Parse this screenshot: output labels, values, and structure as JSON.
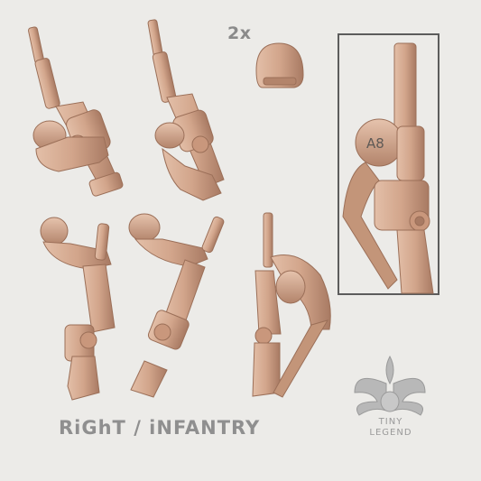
{
  "quantity_label": "2x",
  "caption": "RiGhT / iNFANTRY",
  "detail": {
    "marking": "A8"
  },
  "brand": {
    "line1": "TINY",
    "line2": "LEGEND"
  },
  "colors": {
    "background": "#ecebe8",
    "resin": "#d2a58b",
    "resin_shadow": "#a87a63",
    "frame": "#5c5c5c",
    "text": "#8f8f8f"
  },
  "icons": [
    "winged-skull-logo-icon"
  ]
}
